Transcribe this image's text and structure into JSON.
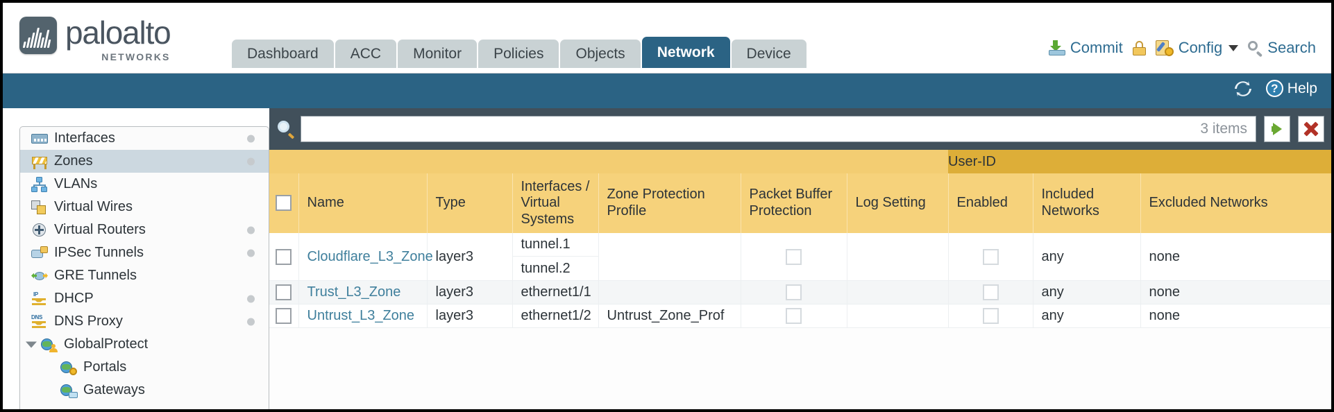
{
  "brand": {
    "name": "paloalto",
    "tagline": "NETWORKS",
    "registered": "®"
  },
  "nav": {
    "tabs": [
      {
        "label": "Dashboard",
        "active": false
      },
      {
        "label": "ACC",
        "active": false
      },
      {
        "label": "Monitor",
        "active": false
      },
      {
        "label": "Policies",
        "active": false
      },
      {
        "label": "Objects",
        "active": false
      },
      {
        "label": "Network",
        "active": true
      },
      {
        "label": "Device",
        "active": false
      }
    ]
  },
  "top_actions": {
    "commit": "Commit",
    "config": "Config",
    "search": "Search",
    "lock_icon": "padlock-icon",
    "commit_icon": "commit-icon",
    "config_icon": "config-wrench-gear-icon",
    "search_icon": "search-icon",
    "caret_icon": "chevron-down-icon"
  },
  "toolbar": {
    "refresh_icon": "refresh-icon",
    "help": "Help",
    "help_icon": "help-question-icon"
  },
  "sidebar": {
    "items": [
      {
        "label": "Interfaces",
        "icon": "interfaces-icon",
        "dot": true,
        "selected": false,
        "child": false,
        "expander": false
      },
      {
        "label": "Zones",
        "icon": "zones-icon",
        "dot": true,
        "selected": true,
        "child": false,
        "expander": false
      },
      {
        "label": "VLANs",
        "icon": "vlans-icon",
        "dot": false,
        "selected": false,
        "child": false,
        "expander": false
      },
      {
        "label": "Virtual Wires",
        "icon": "virtual-wires-icon",
        "dot": false,
        "selected": false,
        "child": false,
        "expander": false
      },
      {
        "label": "Virtual Routers",
        "icon": "virtual-routers-icon",
        "dot": true,
        "selected": false,
        "child": false,
        "expander": false
      },
      {
        "label": "IPSec Tunnels",
        "icon": "ipsec-tunnels-icon",
        "dot": true,
        "selected": false,
        "child": false,
        "expander": false
      },
      {
        "label": "GRE Tunnels",
        "icon": "gre-tunnels-icon",
        "dot": false,
        "selected": false,
        "child": false,
        "expander": false
      },
      {
        "label": "DHCP",
        "icon": "dhcp-icon",
        "dot": true,
        "selected": false,
        "child": false,
        "expander": false
      },
      {
        "label": "DNS Proxy",
        "icon": "dns-proxy-icon",
        "dot": true,
        "selected": false,
        "child": false,
        "expander": false
      },
      {
        "label": "GlobalProtect",
        "icon": "globalprotect-icon",
        "dot": false,
        "selected": false,
        "child": false,
        "expander": true
      },
      {
        "label": "Portals",
        "icon": "portals-icon",
        "dot": false,
        "selected": false,
        "child": true,
        "expander": false
      },
      {
        "label": "Gateways",
        "icon": "gateways-icon",
        "dot": false,
        "selected": false,
        "child": true,
        "expander": false
      }
    ]
  },
  "search": {
    "value": "",
    "placeholder": "",
    "item_count": "3 items",
    "apply_icon": "apply-filter-arrow-icon",
    "clear_icon": "clear-filter-x-icon",
    "icon": "search-filter-icon"
  },
  "table": {
    "group_header": "User-ID",
    "columns": [
      "Name",
      "Type",
      "Interfaces / Virtual Systems",
      "Zone Protection Profile",
      "Packet Buffer Protection",
      "Log Setting",
      "Enabled",
      "Included Networks",
      "Excluded Networks"
    ],
    "rows": [
      {
        "name": "Cloudflare_L3_Zone",
        "type": "layer3",
        "interfaces": [
          "tunnel.1",
          "tunnel.2"
        ],
        "zone_protection_profile": "",
        "packet_buffer_protection": false,
        "log_setting": "",
        "userid_enabled": false,
        "included_networks": "any",
        "excluded_networks": "none"
      },
      {
        "name": "Trust_L3_Zone",
        "type": "layer3",
        "interfaces": [
          "ethernet1/1"
        ],
        "zone_protection_profile": "",
        "packet_buffer_protection": false,
        "log_setting": "",
        "userid_enabled": false,
        "included_networks": "any",
        "excluded_networks": "none"
      },
      {
        "name": "Untrust_L3_Zone",
        "type": "layer3",
        "interfaces": [
          "ethernet1/2"
        ],
        "zone_protection_profile": "Untrust_Zone_Prof",
        "packet_buffer_protection": false,
        "log_setting": "",
        "userid_enabled": false,
        "included_networks": "any",
        "excluded_networks": "none"
      }
    ]
  },
  "colors": {
    "brand_blue": "#2b6384",
    "header_gold": "#f6d27b",
    "group_gold": "#ddae38",
    "link_teal": "#3f7f9c",
    "dark_slate": "#41505b"
  }
}
